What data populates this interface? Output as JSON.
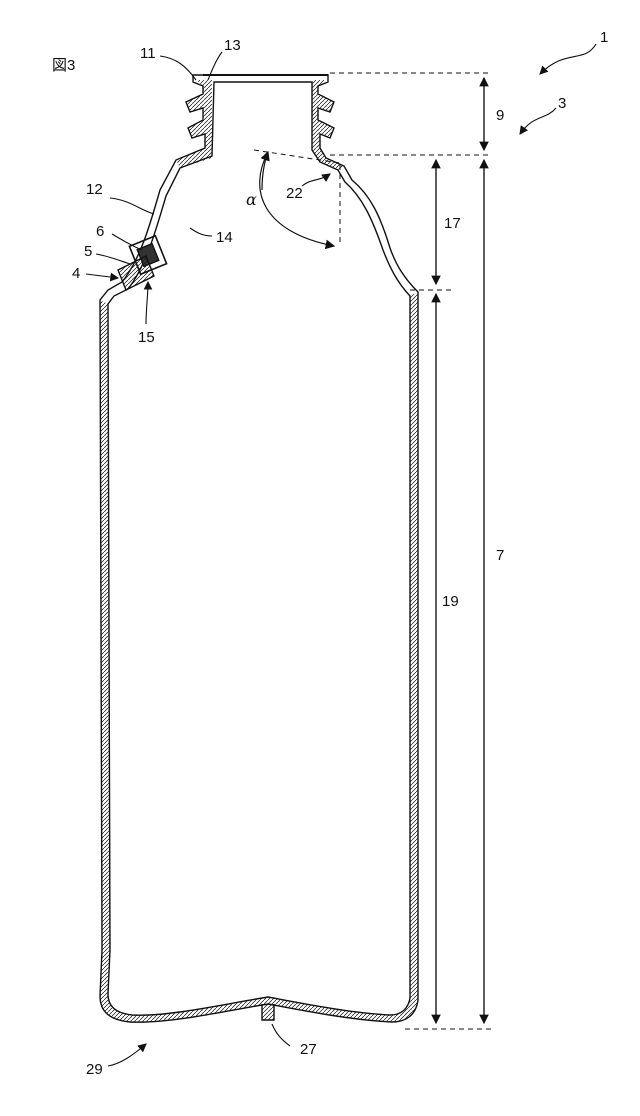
{
  "figure_label": "図3",
  "refs": {
    "r1": "1",
    "r3": "3",
    "r4": "4",
    "r5": "5",
    "r6": "6",
    "r7": "7",
    "r9": "9",
    "r11": "11",
    "r12": "12",
    "r13": "13",
    "r14": "14",
    "r15": "15",
    "r17": "17",
    "r19": "19",
    "r22": "22",
    "r27": "27",
    "r29": "29"
  },
  "angle_symbol": "α",
  "colors": {
    "ink": "#111111",
    "background": "#ffffff"
  }
}
